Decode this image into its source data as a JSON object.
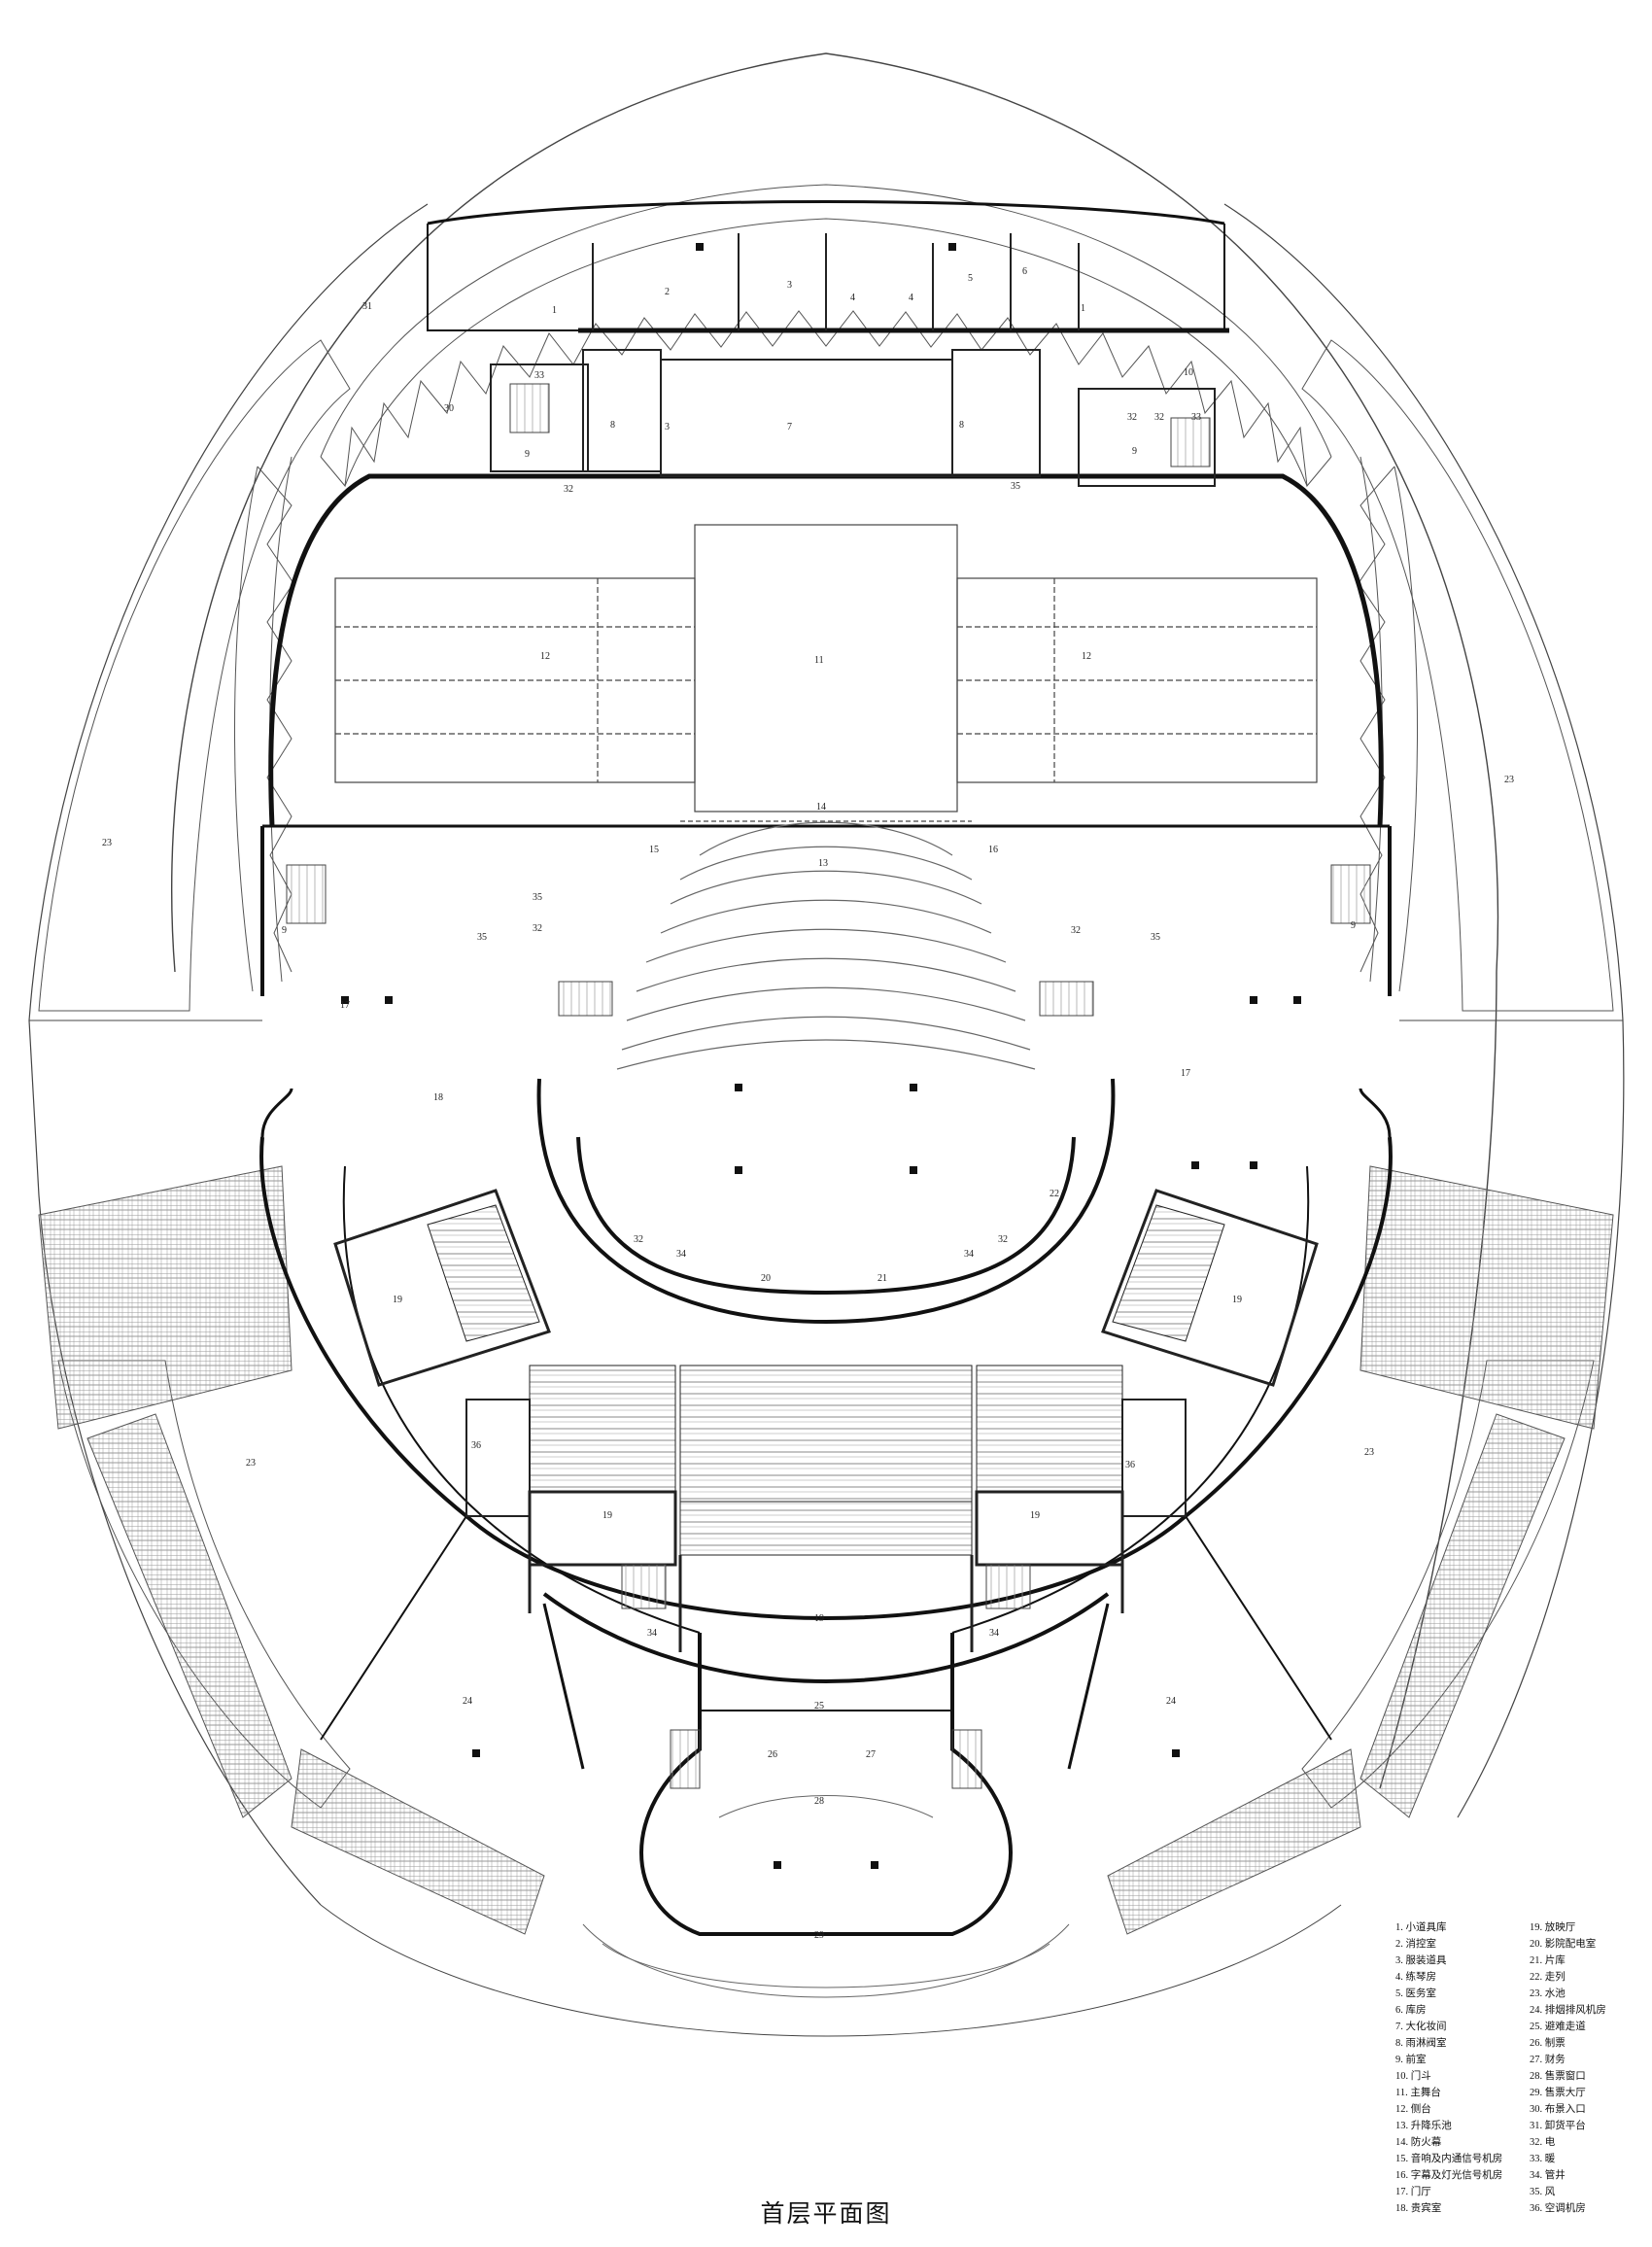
{
  "title": "首层平面图",
  "legend": [
    "1. 小道具库",
    "2. 消控室",
    "3. 服装道具",
    "4. 练琴房",
    "5. 医务室",
    "6. 库房",
    "7. 大化妆间",
    "8. 雨淋阀室",
    "9. 前室",
    "10. 门斗",
    "11. 主舞台",
    "12. 侧台",
    "13. 升降乐池",
    "14. 防火幕",
    "15. 音响及内通信号机房",
    "16. 字幕及灯光信号机房",
    "17. 门厅",
    "18. 贵宾室",
    "19. 放映厅",
    "20. 影院配电室",
    "21. 片库",
    "22. 走列",
    "23. 水池",
    "24. 排烟排风机房",
    "25. 避难走道",
    "26. 制票",
    "27. 财务",
    "28. 售票窗口",
    "29. 售票大厅",
    "30. 布景入口",
    "31. 卸货平台",
    "32. 电",
    "33. 暖",
    "34. 管井",
    "35. 风",
    "36. 空调机房"
  ],
  "room_labels": {
    "r1": "1",
    "r2": "2",
    "r3": "3",
    "r4": "4",
    "r5": "5",
    "r6": "6",
    "r7": "7",
    "r8": "8",
    "r9": "9",
    "r10": "10",
    "r11": "11",
    "r12": "12",
    "r13": "13",
    "r14": "14",
    "r15": "15",
    "r16": "16",
    "r17": "17",
    "r18": "18",
    "r19": "19",
    "r20": "20",
    "r21": "21",
    "r22": "22",
    "r23": "23",
    "r24": "24",
    "r25": "25",
    "r26": "26",
    "r27": "27",
    "r28": "28",
    "r29": "29",
    "r30": "30",
    "r31": "31",
    "r32": "32",
    "r33": "33",
    "r34": "34",
    "r35": "35",
    "r36": "36"
  }
}
